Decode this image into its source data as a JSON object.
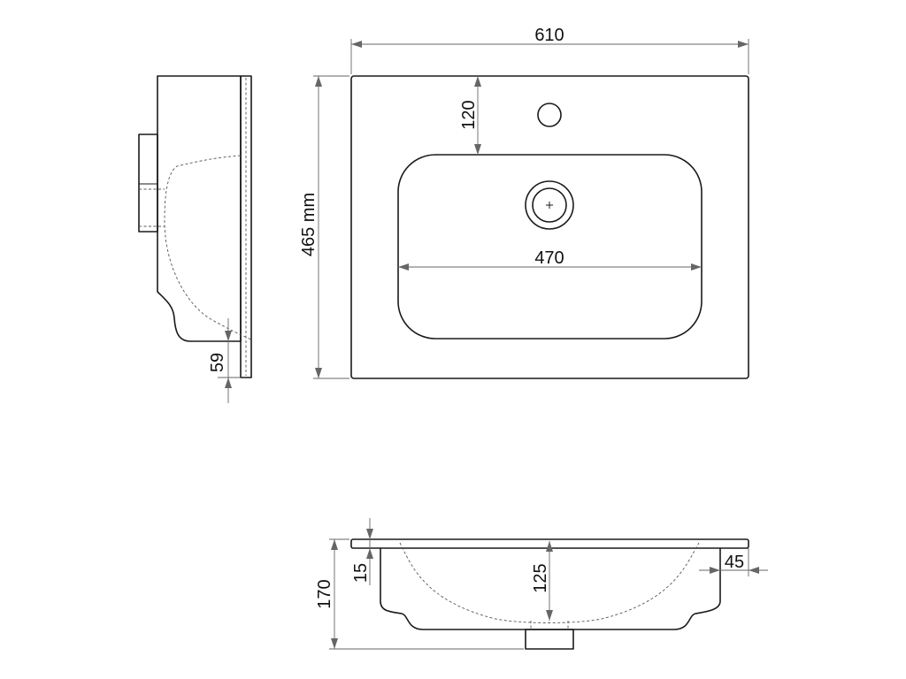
{
  "labels": {
    "top_width": "610",
    "top_depth": "465 mm",
    "tap_offset": "120",
    "basin_width": "470",
    "side_rim": "59",
    "front_height": "170",
    "front_rim": "15",
    "front_basin_depth": "125",
    "front_edge": "45"
  }
}
